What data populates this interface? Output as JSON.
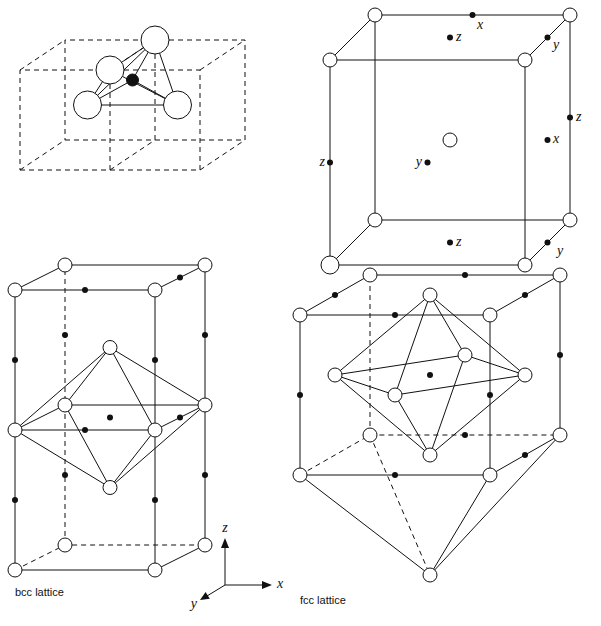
{
  "diagram": {
    "labels": [
      "x",
      "z",
      "y",
      "z",
      "y",
      "z",
      "x",
      "z",
      "y",
      "z",
      "x",
      "y",
      "bcc lattice",
      "fcc lattice"
    ]
  }
}
